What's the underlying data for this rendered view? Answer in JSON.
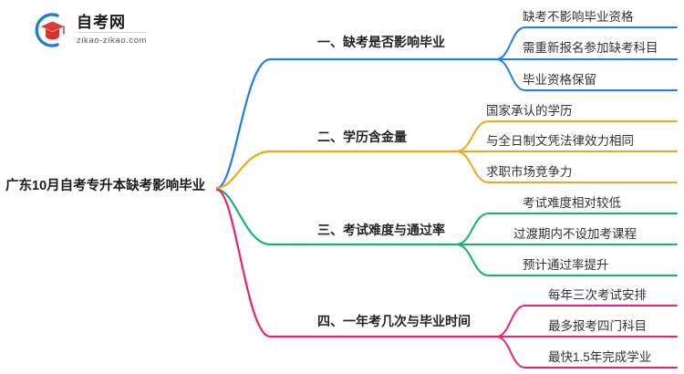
{
  "logo": {
    "name": "zikao-logo",
    "title": "自考网",
    "subtitle": "zikao-zikao.com",
    "arc_color": "#1F7FD4",
    "cap_color": "#E03A34"
  },
  "mindmap": {
    "root": {
      "label": "广东10月自考专升本缺考影响毕业"
    },
    "branches": [
      {
        "id": "branch-1",
        "label": "一、缺考是否影响毕业",
        "color": "#1E7FE8",
        "leaves": [
          {
            "label": "缺考不影响毕业资格"
          },
          {
            "label": "需重新报名参加缺考科目"
          },
          {
            "label": "毕业资格保留"
          }
        ]
      },
      {
        "id": "branch-2",
        "label": "二、学历含金量",
        "color": "#F0A818",
        "leaves": [
          {
            "label": "国家承认的学历"
          },
          {
            "label": "与全日制文凭法律效力相同"
          },
          {
            "label": "求职市场竞争力"
          }
        ]
      },
      {
        "id": "branch-3",
        "label": "三、考试难度与通过率",
        "color": "#11B76C",
        "leaves": [
          {
            "label": "考试难度相对较低"
          },
          {
            "label": "过渡期内不设加考课程"
          },
          {
            "label": "预计通过率提升"
          }
        ]
      },
      {
        "id": "branch-4",
        "label": "四、一年考几次与毕业时间",
        "color": "#EC1E79",
        "leaves": [
          {
            "label": "每年三次考试安排"
          },
          {
            "label": "最多报考四门科目"
          },
          {
            "label": "最快1.5年完成学业"
          }
        ]
      }
    ]
  }
}
